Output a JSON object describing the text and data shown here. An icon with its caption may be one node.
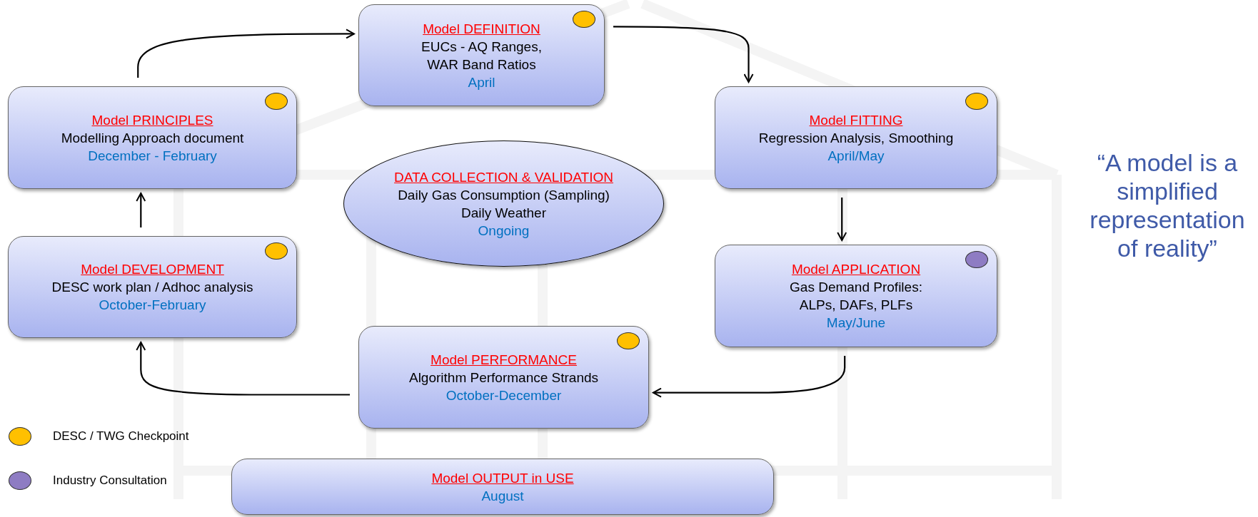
{
  "diagram": {
    "nodes": [
      {
        "text": [
          "Model DEFINITION",
          "EUCs - AQ Ranges, WAR Band Ratios",
          "April"
        ]
      },
      {
        "text": [
          "Model PRINCIPLES",
          "Modelling Approach document",
          "December - February"
        ]
      },
      {
        "text": [
          "Model FITTING",
          "Regression Analysis, Smoothing",
          "April/May"
        ]
      },
      {
        "text": [
          "DATA COLLECTION & VALIDATION",
          "Daily Gas Consumption (Sampling)",
          "Daily Weather",
          "Ongoing"
        ]
      },
      {
        "text": [
          "Model DEVELOPMENT",
          "DESC work plan / Adhoc analysis",
          "October-February"
        ]
      },
      {
        "text": [
          "Model APPLICATION",
          "Gas Demand Profiles: ALPs, DAFs, PLFs",
          "May/June"
        ]
      },
      {
        "text": [
          "Model PERFORMANCE",
          "Algorithm Performance Strands",
          "October-December"
        ]
      },
      {
        "text": [
          "Model OUTPUT in USE",
          "August"
        ]
      }
    ],
    "edges": [
      {
        "from": 1,
        "to": 0,
        "arrow": "to"
      },
      {
        "from": 0,
        "to": 2,
        "arrow": "to"
      },
      {
        "from": 2,
        "to": 5,
        "arrow": "to"
      },
      {
        "from": 5,
        "to": 6,
        "arrow": "to"
      },
      {
        "from": 6,
        "to": 4,
        "arrow": "to"
      },
      {
        "from": 4,
        "to": 1,
        "arrow": "to"
      }
    ],
    "labels": [
      "“A model is a simplified representation of reality”"
    ],
    "legend": [
      {
        "text": "DESC / TWG Checkpoint",
        "color": "#ffc000"
      },
      {
        "text": "Industry Consultation",
        "color": "#8e7cc3"
      }
    ]
  }
}
